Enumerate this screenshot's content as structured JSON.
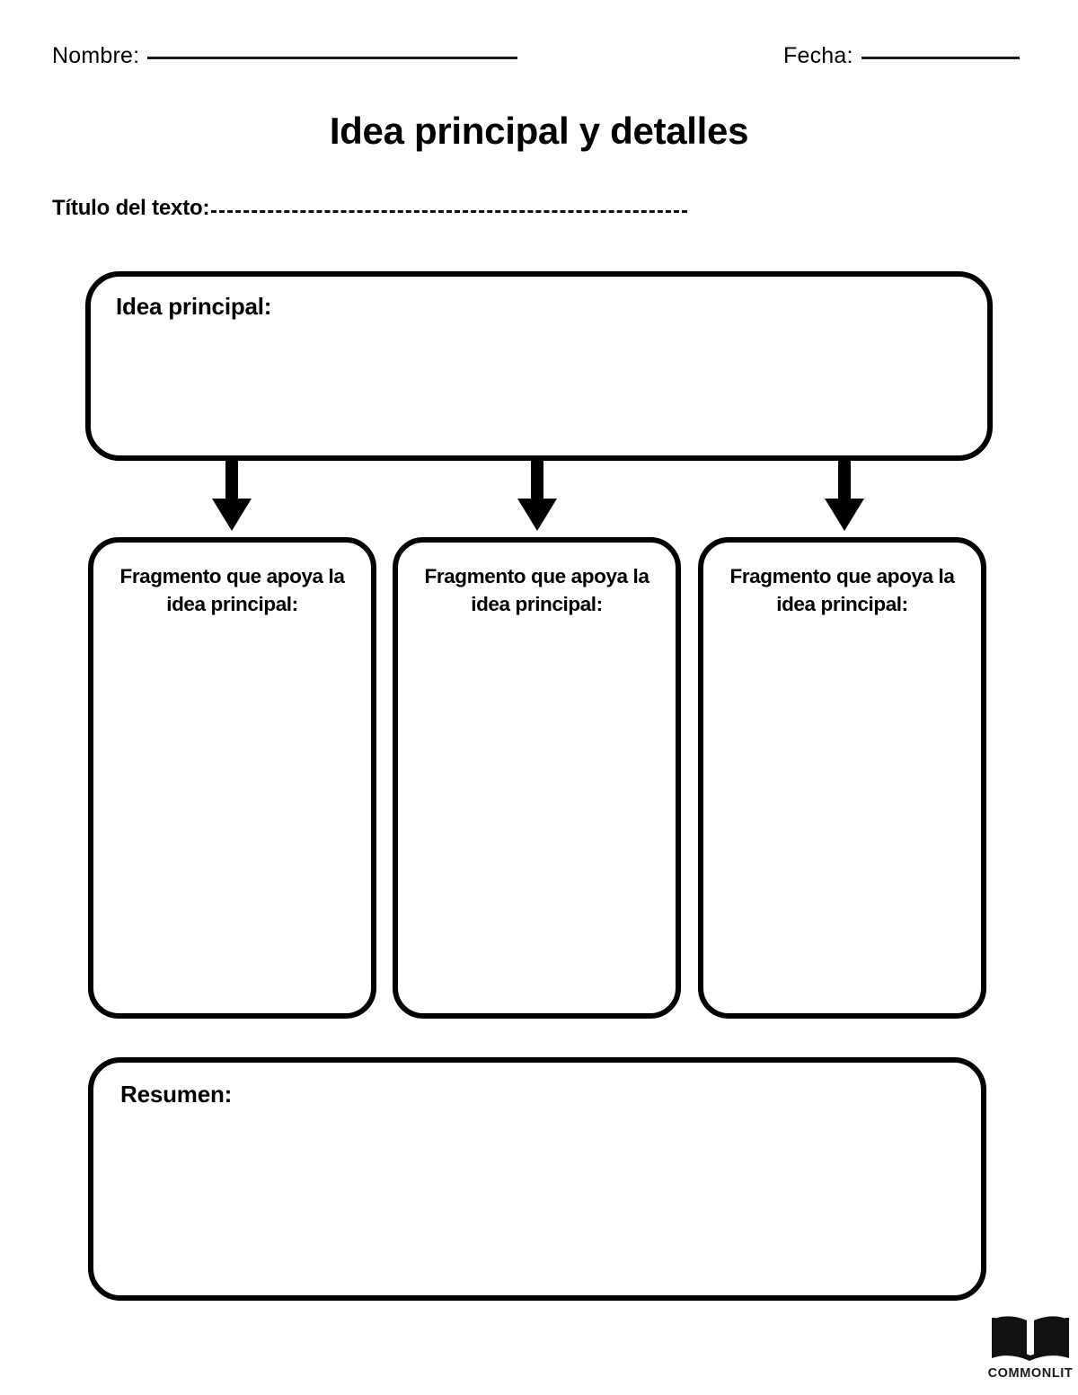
{
  "page": {
    "document_type": "graphic-organizer-worksheet",
    "language": "es",
    "title": "Idea principal y detalles"
  },
  "header": {
    "name_label": "Nombre:",
    "name_value": "",
    "date_label": "Fecha:",
    "date_value": ""
  },
  "subtitle": {
    "label": "Título del texto:",
    "value": ""
  },
  "main_idea": {
    "label": "Idea principal:",
    "value": ""
  },
  "fragments": [
    {
      "label": "Fragmento que apoya la idea principal:",
      "value": ""
    },
    {
      "label": "Fragmento que apoya la idea principal:",
      "value": ""
    },
    {
      "label": "Fragmento que apoya la idea principal:",
      "value": ""
    }
  ],
  "summary": {
    "label": "Resumen:",
    "value": ""
  },
  "logo": {
    "wordmark": "COMMONLIT",
    "icon": "open-book-icon"
  },
  "colors": {
    "ink": "#000000",
    "paper": "#ffffff",
    "rule": "#1a1a1a"
  }
}
